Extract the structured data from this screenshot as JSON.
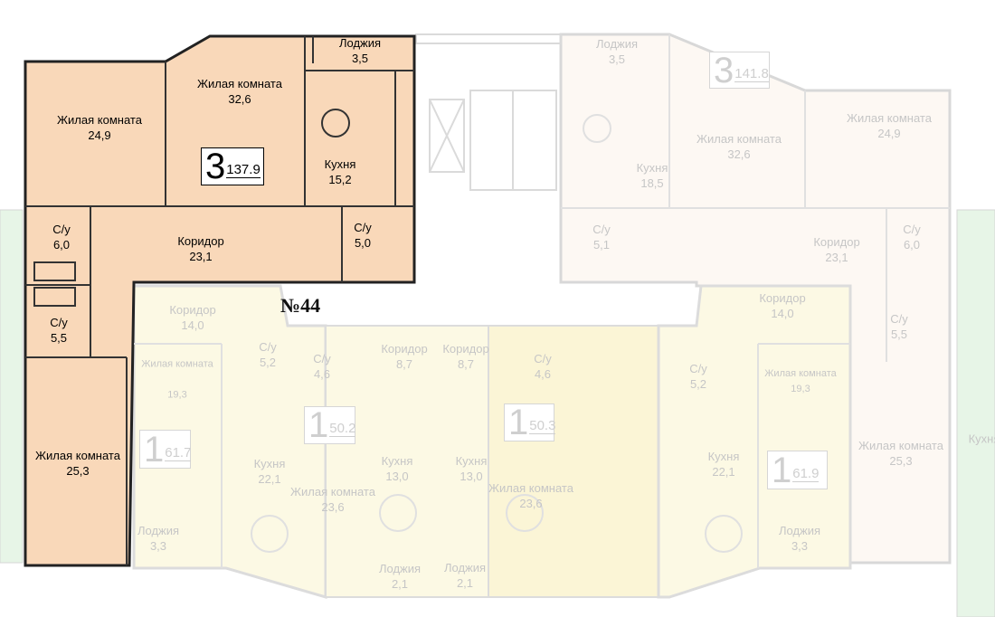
{
  "floor_number": "№44",
  "colors": {
    "selected": "#f9d8b9",
    "yellow": "#fcf9e4",
    "yellow_bright": "#fbf5d6",
    "peach": "#fdf8f3",
    "green": "#e7f5e7"
  },
  "apartments": [
    {
      "rooms_count": "3",
      "area": "137.9",
      "rooms": [
        {
          "name": "Лоджия",
          "area": "3,5"
        },
        {
          "name": "Жилая комната",
          "area": "32,6"
        },
        {
          "name": "Жилая комната",
          "area": "24,9"
        },
        {
          "name": "Кухня",
          "area": "15,2"
        },
        {
          "name": "С/у",
          "area": "6,0"
        },
        {
          "name": "Коридор",
          "area": "23,1"
        },
        {
          "name": "С/у",
          "area": "5,0"
        },
        {
          "name": "С/у",
          "area": "5,5"
        },
        {
          "name": "Жилая комната",
          "area": "25,3"
        }
      ]
    },
    {
      "rooms_count": "1",
      "area": "61.7",
      "rooms": [
        {
          "name": "Коридор",
          "area": "14,0"
        },
        {
          "name": "Жилая комната",
          "area": "19,3"
        },
        {
          "name": "С/у",
          "area": "5,2"
        },
        {
          "name": "Кухня",
          "area": "22,1"
        },
        {
          "name": "Лоджия",
          "area": "3,3"
        }
      ]
    },
    {
      "rooms_count": "1",
      "area": "50.2",
      "rooms": [
        {
          "name": "С/у",
          "area": "4,6"
        },
        {
          "name": "Коридор",
          "area": "8,7"
        },
        {
          "name": "Жилая комната",
          "area": "23,6"
        },
        {
          "name": "Кухня",
          "area": "13,0"
        },
        {
          "name": "Лоджия",
          "area": "2,1"
        }
      ]
    },
    {
      "rooms_count": "1",
      "area": "50.3",
      "rooms": [
        {
          "name": "Коридор",
          "area": "8,7"
        },
        {
          "name": "Кухня",
          "area": "13,0"
        },
        {
          "name": "Лоджия",
          "area": "2,1"
        },
        {
          "name": "С/у",
          "area": "4,6"
        },
        {
          "name": "Жилая комната",
          "area": "23,6"
        }
      ]
    },
    {
      "rooms_count": "1",
      "area": "61.9",
      "rooms": [
        {
          "name": "Коридор",
          "area": "14,0"
        },
        {
          "name": "Жилая комната",
          "area": "19,3"
        },
        {
          "name": "С/у",
          "area": "5,2"
        },
        {
          "name": "Кухня",
          "area": "22,1"
        },
        {
          "name": "Лоджия",
          "area": "3,3"
        }
      ]
    },
    {
      "rooms_count": "3",
      "area": "141.8",
      "rooms": [
        {
          "name": "Лоджия",
          "area": "3,5"
        },
        {
          "name": "Жилая комната",
          "area": "32,6"
        },
        {
          "name": "Кухня",
          "area": "18,5"
        },
        {
          "name": "Жилая комната",
          "area": "24,9"
        },
        {
          "name": "С/у",
          "area": "5,1"
        },
        {
          "name": "Коридор",
          "area": "23,1"
        },
        {
          "name": "С/у",
          "area": "6,0"
        },
        {
          "name": "С/у",
          "area": "5,5"
        },
        {
          "name": "Жилая комната",
          "area": "25,3"
        }
      ]
    },
    {
      "rooms": [
        {
          "name": "Кухня"
        }
      ]
    }
  ]
}
